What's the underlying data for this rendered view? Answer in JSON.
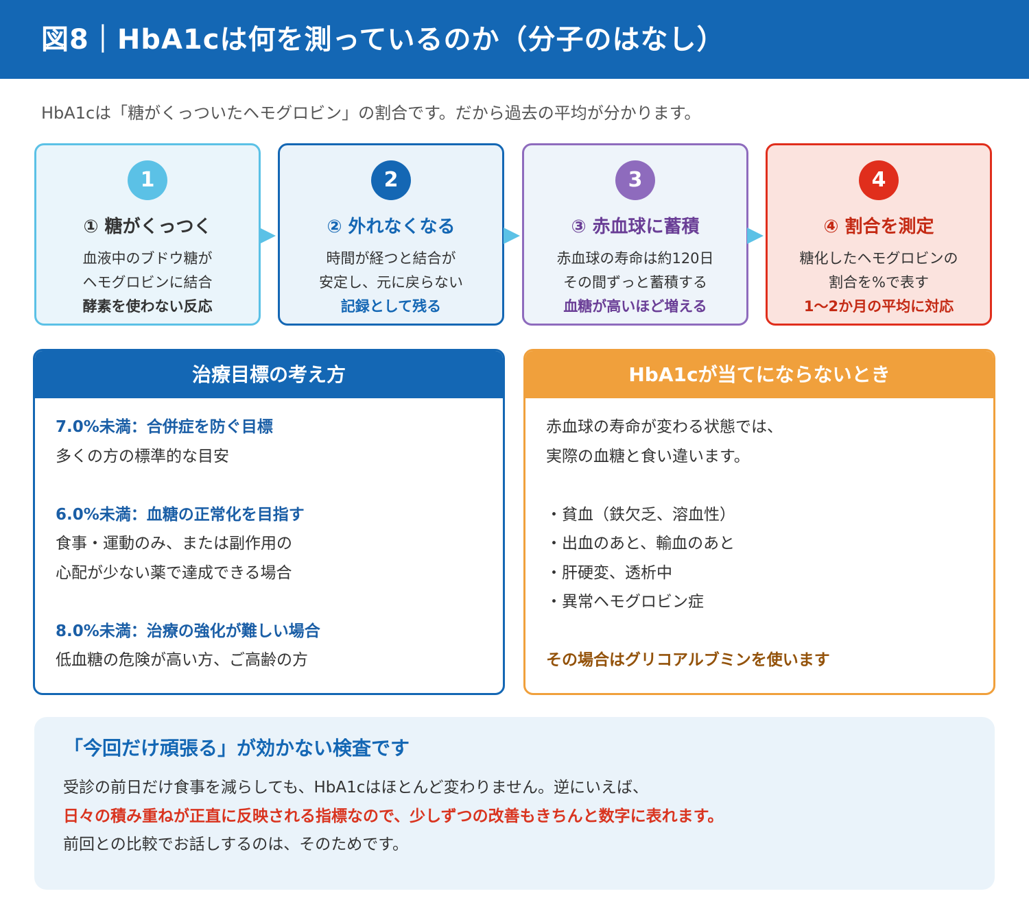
{
  "header": {
    "title": "図8｜HbA1cは何を測っているのか（分子のはなし）"
  },
  "subtitle": "HbA1cは「糖がくっついたヘモグロビン」の割合です。だから過去の平均が分かります。",
  "steps": [
    {
      "number": "1",
      "title": "① 糖がくっつく",
      "lines": [
        "血液中のブドウ糖が",
        "ヘモグロビンに結合",
        "酵素を使わない反応"
      ],
      "color": "#5bc1e6",
      "bg": "#eaf5fb",
      "accent": "#333333"
    },
    {
      "number": "2",
      "title": "② 外れなくなる",
      "lines": [
        "時間が経つと結合が",
        "安定し、元に戻らない",
        "記録として残る"
      ],
      "color": "#1467b4",
      "bg": "#eaf3fa",
      "accent": "#1467b4"
    },
    {
      "number": "3",
      "title": "③ 赤血球に蓄積",
      "lines": [
        "赤血球の寿命は約120日",
        "その間ずっと蓄積する",
        "血糖が高いほど増える"
      ],
      "color": "#8e6bbd",
      "bg": "#eef4fa",
      "accent": "#6a3e96"
    },
    {
      "number": "4",
      "title": "④ 割合を測定",
      "lines": [
        "糖化したヘモグロビンの",
        "割合を%で表す",
        "1〜2か月の平均に対応"
      ],
      "color": "#e02e1c",
      "bg": "#fbe3de",
      "accent": "#c42a14"
    }
  ],
  "targets_panel": {
    "heading": "治療目標の考え方",
    "color": "#1467b4",
    "items": [
      {
        "label": "7.0%未満：合併症を防ぐ目標",
        "lines": [
          "多くの方の標準的な目安"
        ]
      },
      {
        "label": "6.0%未満：血糖の正常化を目指す",
        "lines": [
          "食事・運動のみ、または副作用の",
          "心配が少ない薬で達成できる場合"
        ]
      },
      {
        "label": "8.0%未満：治療の強化が難しい場合",
        "lines": [
          "低血糖の危険が高い方、ご高齢の方"
        ]
      }
    ]
  },
  "caveats_panel": {
    "heading": "HbA1cが当てにならないとき",
    "color": "#f0a03c",
    "intro": [
      "赤血球の寿命が変わる状態では、",
      "実際の血糖と食い違います。"
    ],
    "bullets": [
      "・貧血（鉄欠乏、溶血性）",
      "・出血のあと、輸血のあと",
      "・肝硬変、透析中",
      "・異常ヘモグロビン症"
    ],
    "conclusion": "その場合はグリコアルブミンを使います"
  },
  "note": {
    "title": "「今回だけ頑張る」が効かない検査です",
    "line1": "受診の前日だけ食事を減らしても、HbA1cはほとんど変わりません。逆にいえば、",
    "line2": "日々の積み重ねが正直に反映される指標なので、少しずつの改善もきちんと数字に表れます。",
    "line3": "前回との比較でお話しするのは、そのためです。"
  }
}
